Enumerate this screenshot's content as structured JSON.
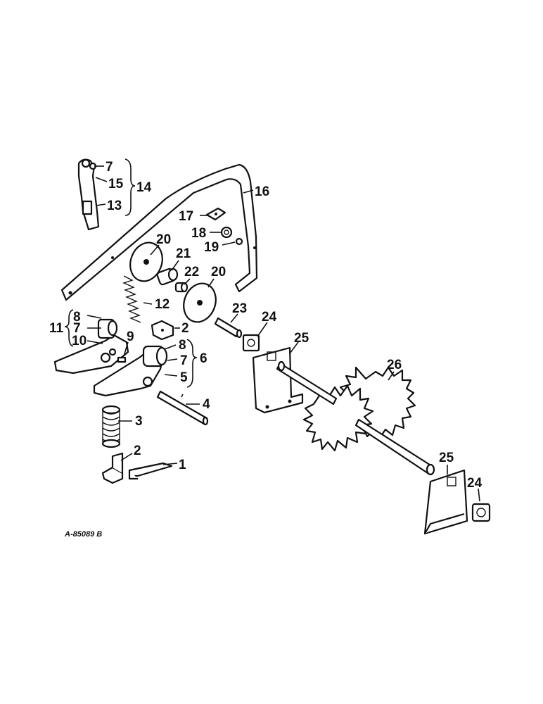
{
  "drawing_code": "A-85089 B",
  "callouts": {
    "c1": "1",
    "c2a": "2",
    "c2b": "2",
    "c3": "3",
    "c4": "4",
    "c5": "5",
    "c6": "6",
    "c7a": "7",
    "c7b": "7",
    "c7c": "7",
    "c8a": "8",
    "c8b": "8",
    "c9": "9",
    "c10": "10",
    "c11": "11",
    "c12": "12",
    "c13": "13",
    "c14": "14",
    "c15": "15",
    "c16": "16",
    "c17": "17",
    "c18": "18",
    "c19": "19",
    "c20a": "20",
    "c20b": "20",
    "c21": "21",
    "c22": "22",
    "c23": "23",
    "c24a": "24",
    "c24b": "24",
    "c25a": "25",
    "c25b": "25",
    "c26": "26"
  }
}
